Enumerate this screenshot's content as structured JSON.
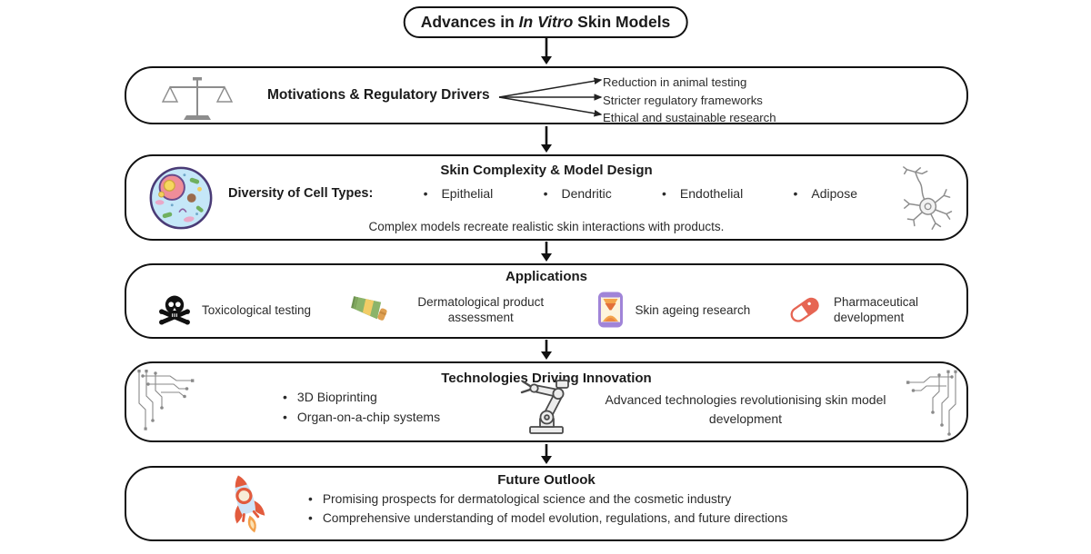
{
  "title": {
    "prefix": "Advances in ",
    "italic": "In Vitro",
    "suffix": " Skin Models"
  },
  "motivations": {
    "heading": "Motivations & Regulatory Drivers",
    "icon": "balance-scale",
    "outcomes": [
      "Reduction in animal testing",
      "Stricter regulatory frameworks",
      "Ethical and sustainable research"
    ]
  },
  "complexity": {
    "heading": "Skin Complexity & Model Design",
    "left_icon": "cell",
    "right_icon": "neuron",
    "cell_types_label": "Diversity of Cell Types:",
    "cell_types": [
      "Epithelial",
      "Dendritic",
      "Endothelial",
      "Adipose"
    ],
    "caption": "Complex models recreate realistic skin interactions with products."
  },
  "applications": {
    "heading": "Applications",
    "items": [
      {
        "icon": "skull-crossbones",
        "label": "Toxicological testing"
      },
      {
        "icon": "cream-tube",
        "label": "Dermatological product assessment"
      },
      {
        "icon": "hourglass",
        "label": "Skin ageing research"
      },
      {
        "icon": "pill-capsule",
        "label": "Pharmaceutical development"
      }
    ]
  },
  "technologies": {
    "heading": "Technologies Driving Innovation",
    "bullets": [
      "3D Bioprinting",
      "Organ-on-a-chip systems"
    ],
    "icon": "robot-arm",
    "caption": "Advanced technologies revolutionising skin model development"
  },
  "future": {
    "heading": "Future Outlook",
    "icon": "rocket",
    "bullets": [
      "Promising prospects for dermatological science and the cosmetic industry",
      "Comprehensive understanding of model evolution, regulations, and future directions"
    ]
  },
  "colors": {
    "border": "#111111",
    "text": "#2b2b2b",
    "icon_gray": "#8d8d8d",
    "pill_red": "#e66553",
    "hourglass_purple": "#a084d8",
    "sand_orange": "#f4a44c",
    "tube_green": "#8cb46a",
    "rocket_blue": "#cfe4f7",
    "rocket_red": "#e25b3d"
  }
}
